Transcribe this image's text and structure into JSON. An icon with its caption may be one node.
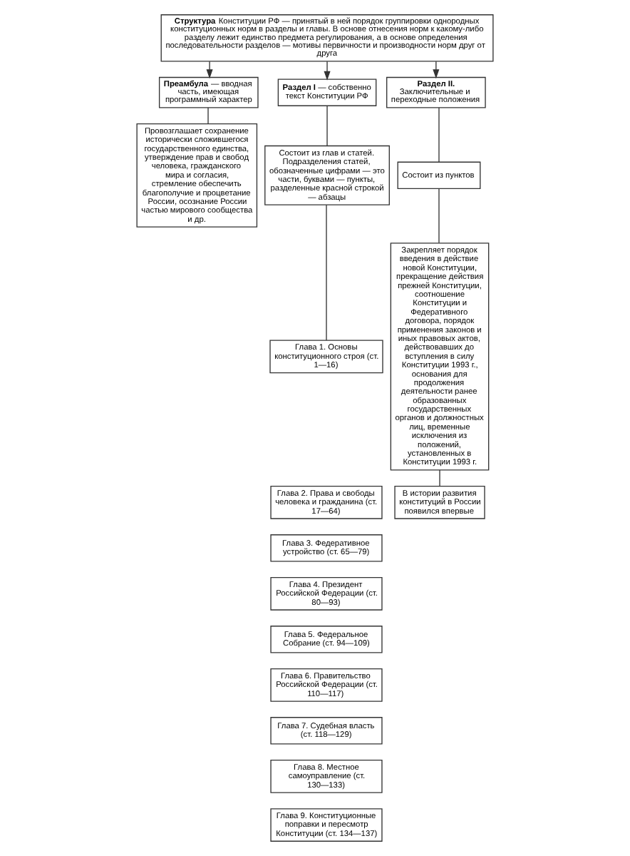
{
  "diagram": {
    "nodes": [
      {
        "text": [
          "**Структура** Конституции РФ — принятый в ней порядок группировки однородных конституционных норм в разделы и главы. В основе отнесения норм к какому-либо разделу лежит единство предмета регулирования, а в основе определения последовательности разделов — мотивы первичности и производности норм друг от друга"
        ]
      },
      {
        "text": [
          "**Преамбула** — вводная часть, имеющая программный характер"
        ]
      },
      {
        "text": [
          "**Раздел I** — собственно текст Конституции РФ"
        ]
      },
      {
        "text": [
          "**Раздел II.**",
          "Заключительные и переходные положения"
        ]
      },
      {
        "text": [
          "Провозглашает сохранение исторически сложившегося государственного единства, утверждение прав и свобод человека, гражданского мира и согласия, стремление обеспечить благополучие и процветание России, осознание России частью мирового сообщества и др."
        ]
      },
      {
        "text": [
          "Состоит из глав и статей. Подразделения статей, обозначенные цифрами — это части, буквами — пункты, разделенные красной строкой — абзацы"
        ]
      },
      {
        "text": [
          "Глава 1. Основы конституционного строя (ст. 1—16)"
        ]
      },
      {
        "text": [
          "Глава 2. Права и свободы человека и гражданина (ст. 17—64)"
        ]
      },
      {
        "text": [
          "Глава 3. Федеративное устройство (ст. 65—79)"
        ]
      },
      {
        "text": [
          "Глава 4. Президент Российской Федерации (ст. 80—93)"
        ]
      },
      {
        "text": [
          "Глава 5. Федеральное Собрание (ст. 94—109)"
        ]
      },
      {
        "text": [
          "Глава 6. Правительство Российской Федерации (ст. 110—117)"
        ]
      },
      {
        "text": [
          "Глава 7. Судебная власть (ст. 118—129)"
        ]
      },
      {
        "text": [
          "Глава 8. Местное самоуправление (ст. 130—133)"
        ]
      },
      {
        "text": [
          "Глава 9. Конституционные поправки и пересмотр Конституции (ст. 134—137)"
        ]
      },
      {
        "text": [
          "Состоит из пунктов"
        ]
      },
      {
        "text": [
          "Закрепляет порядок введения в действие новой Конституции, прекращение действия прежней Конституции, соотношение Конституции и Федеративного договора, порядок применения законов и иных правовых актов, действовавших до вступления в силу Конституции 1993 г., основания для продолжения деятельности ранее образованных государственных органов и должностных лиц, временные исключения из положений, установленных в Конституции 1993 г."
        ]
      },
      {
        "text": [
          "В истории развития конституций в России появился впервые"
        ]
      }
    ],
    "edges": [
      {
        "from": 0,
        "to": 1,
        "arrow": "to"
      },
      {
        "from": 0,
        "to": 2,
        "arrow": "to"
      },
      {
        "from": 0,
        "to": 3,
        "arrow": "to"
      },
      {
        "from": 1,
        "to": 4,
        "arrow": "none"
      },
      {
        "from": 2,
        "to": 5,
        "arrow": "none"
      },
      {
        "from": 5,
        "to": 6,
        "arrow": "none"
      },
      {
        "from": 3,
        "to": 15,
        "arrow": "none"
      },
      {
        "from": 15,
        "to": 16,
        "arrow": "none"
      },
      {
        "from": 16,
        "to": 17,
        "arrow": "none"
      }
    ]
  }
}
